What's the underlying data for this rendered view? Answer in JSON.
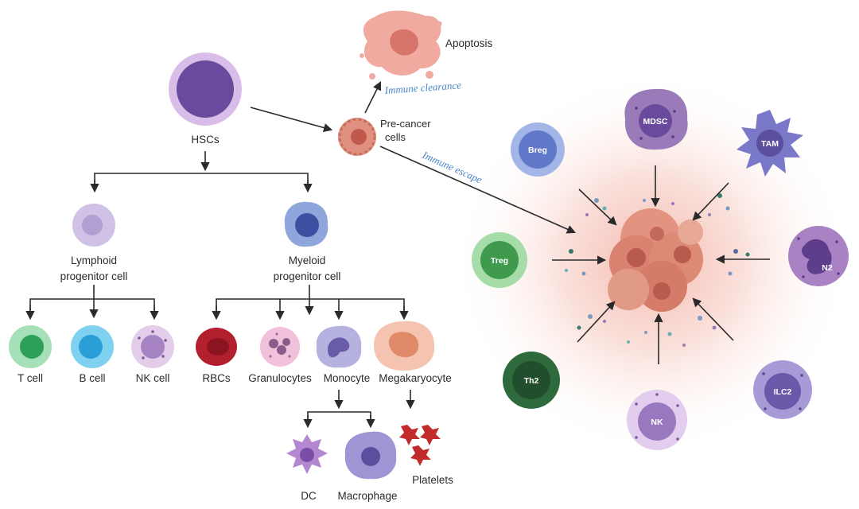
{
  "labels": {
    "hscs": "HSCs",
    "apoptosis": "Apoptosis",
    "immune_clearance": "Immune clearance",
    "precancer_line1": "Pre-cancer",
    "precancer_line2": "cells",
    "immune_escape": "Immune escape",
    "lymphoid_line1": "Lymphoid",
    "lymphoid_line2": "progenitor cell",
    "myeloid_line1": "Myeloid",
    "myeloid_line2": "progenitor cell",
    "t_cell": "T cell",
    "b_cell": "B cell",
    "nk_cell": "NK cell",
    "rbcs": "RBCs",
    "granulocytes": "Granulocytes",
    "monocyte": "Monocyte",
    "megakaryocyte": "Megakaryocyte",
    "dc": "DC",
    "macrophage": "Macrophage",
    "platelets": "Platelets"
  },
  "tme_cells": {
    "mdsc": "MDSC",
    "tam": "TAM",
    "breg": "Breg",
    "treg": "Treg",
    "n2": "N2",
    "th2": "Th2",
    "nk": "NK",
    "ilc2": "ILC2"
  },
  "colors": {
    "hsc": "#6a4a9c",
    "precancer": "#d47a68",
    "tumor_glow": "#f7c8c0",
    "immune_text": "#4a86c8"
  }
}
